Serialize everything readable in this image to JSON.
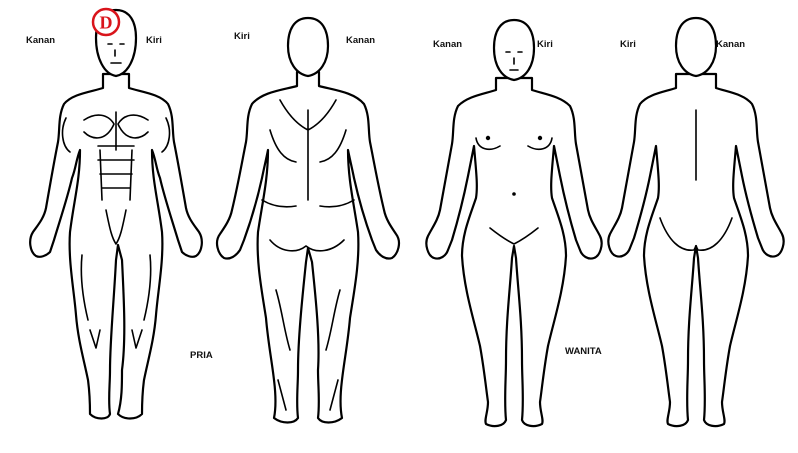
{
  "labels": {
    "male_front_right": "Kanan",
    "male_front_left": "Kiri",
    "male_back_left": "Kiri",
    "male_back_right": "Kanan",
    "female_front_right": "Kanan",
    "female_front_left": "Kiri",
    "female_back_left": "Kiri",
    "female_back_right": "Kanan",
    "male_caption": "PRIA",
    "female_caption": "WANITA"
  },
  "logo": {
    "letter": "D",
    "color": "#d9141b"
  }
}
